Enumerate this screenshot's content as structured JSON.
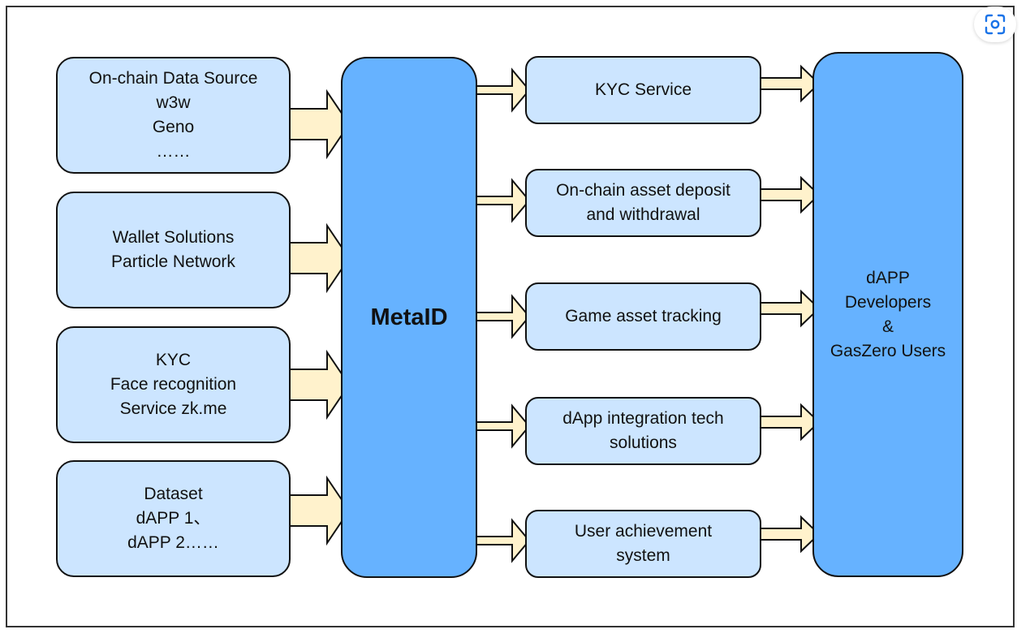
{
  "sources": [
    {
      "lines": [
        "On-chain Data Source",
        "w3w",
        "Geno",
        "……"
      ]
    },
    {
      "lines": [
        "Wallet Solutions",
        "Particle Network"
      ]
    },
    {
      "lines": [
        "KYC",
        "Face recognition",
        "Service zk.me"
      ]
    },
    {
      "lines": [
        "Dataset",
        "dAPP 1、",
        "dAPP 2……"
      ]
    }
  ],
  "hub": {
    "label": "MetaID"
  },
  "services": [
    {
      "lines": [
        "KYC Service"
      ]
    },
    {
      "lines": [
        "On-chain asset deposit",
        "and withdrawal"
      ]
    },
    {
      "lines": [
        "Game asset tracking"
      ]
    },
    {
      "lines": [
        "dApp integration tech",
        "solutions"
      ]
    },
    {
      "lines": [
        "User achievement",
        "system"
      ]
    }
  ],
  "target": {
    "lines": [
      "dAPP",
      "Developers",
      "&",
      "GasZero Users"
    ]
  },
  "colors": {
    "light_box": "#cce5ff",
    "dark_box": "#66b2ff",
    "arrow_fill": "#fff2cc",
    "stroke": "#111111"
  },
  "toolbar": {
    "screenshot_icon": "scan-icon"
  }
}
